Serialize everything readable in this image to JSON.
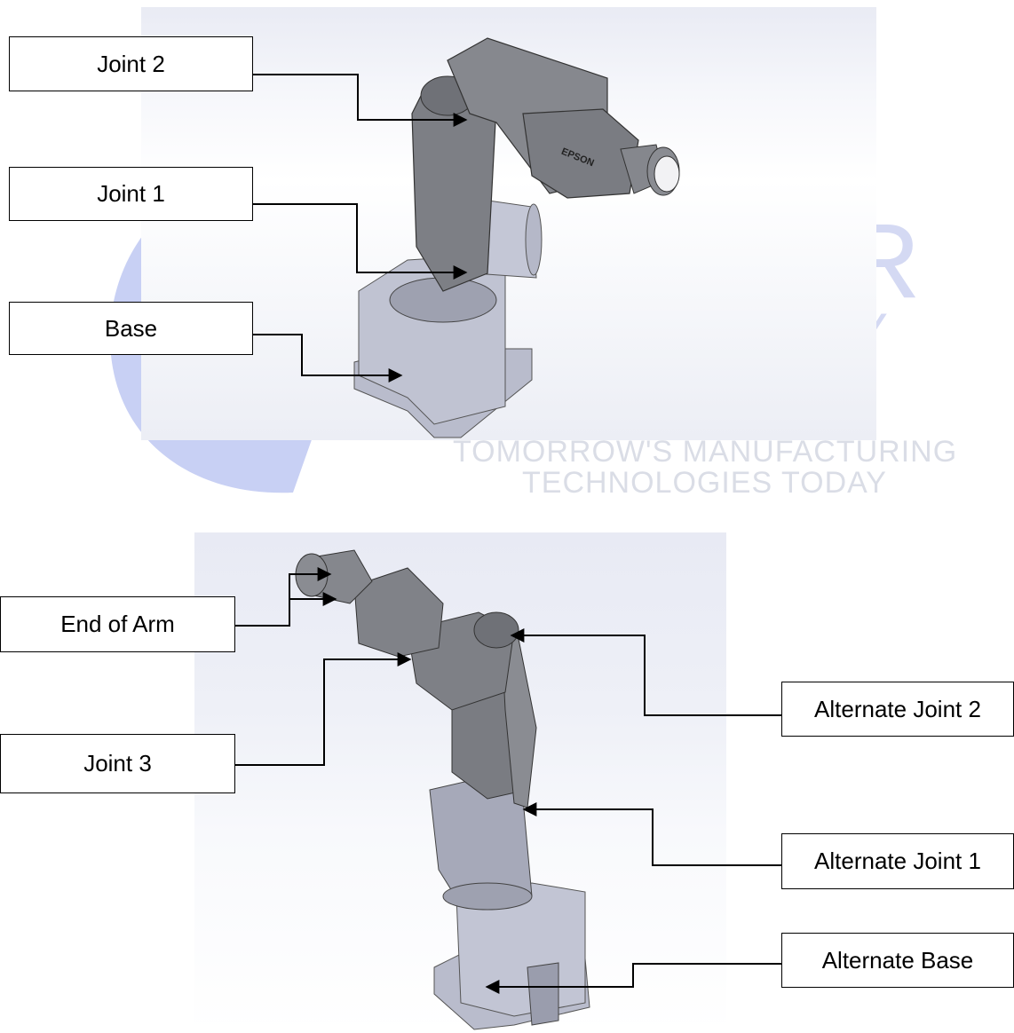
{
  "watermark": {
    "line1": "TOMORROW'S MANUFACTURING",
    "line2": "TECHNOLOGIES TODAY",
    "color": "#c8d0f4"
  },
  "top_diagram": {
    "robot_logo": "EPSON",
    "labels": {
      "joint2": "Joint 2",
      "joint1": "Joint 1",
      "base": "Base"
    }
  },
  "bottom_diagram": {
    "labels": {
      "end_of_arm": "End of Arm",
      "joint3": "Joint 3",
      "alt_joint2": "Alternate Joint 2",
      "alt_joint1": "Alternate Joint 1",
      "alt_base": "Alternate Base"
    }
  },
  "colors": {
    "robot_body": "#7d7f85",
    "robot_base": "#b9bccc",
    "leader_line": "#000000"
  }
}
